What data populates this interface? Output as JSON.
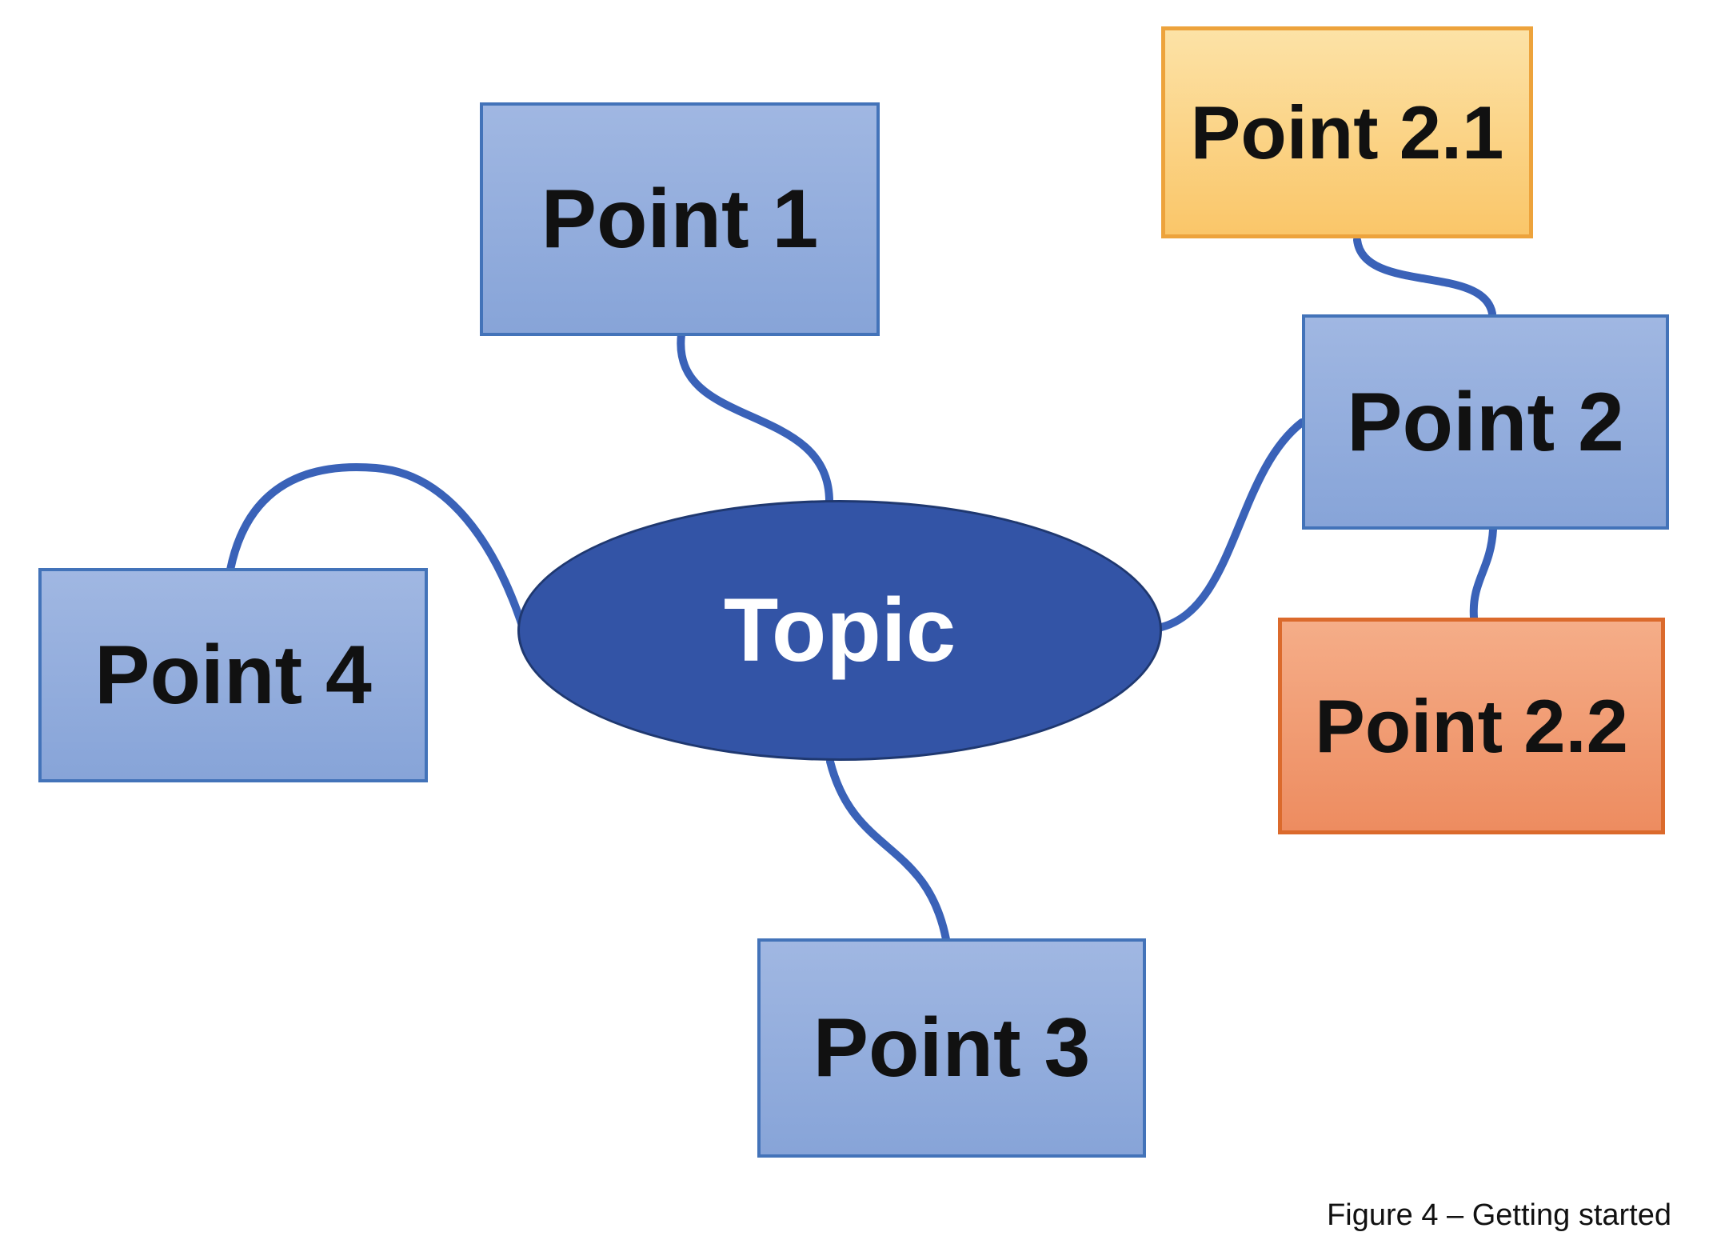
{
  "diagram": {
    "type": "mind-map",
    "center": {
      "label": "Topic"
    },
    "nodes": {
      "point1": {
        "label": "Point 1",
        "style": "blue"
      },
      "point2": {
        "label": "Point 2",
        "style": "blue"
      },
      "point21": {
        "label": "Point 2.1",
        "style": "gold"
      },
      "point22": {
        "label": "Point 2.2",
        "style": "orange"
      },
      "point3": {
        "label": "Point 3",
        "style": "blue"
      },
      "point4": {
        "label": "Point 4",
        "style": "blue"
      }
    },
    "connections": [
      {
        "from": "Topic",
        "to": "Point 1"
      },
      {
        "from": "Topic",
        "to": "Point 2"
      },
      {
        "from": "Topic",
        "to": "Point 3"
      },
      {
        "from": "Topic",
        "to": "Point 4"
      },
      {
        "from": "Point 2.1",
        "to": "Point 2"
      },
      {
        "from": "Point 2",
        "to": "Point 2.2"
      }
    ],
    "caption": "Figure 4 – Getting started",
    "colors": {
      "background": "#FFFFFF",
      "text": "#111111",
      "connector": "#3A62B8",
      "blue_box_fill_top": "#A0B7E2",
      "blue_box_fill_bottom": "#87A4D8",
      "blue_box_border": "#4373B9",
      "gold_box_fill_top": "#FCE2A6",
      "gold_box_fill_bottom": "#FAC669",
      "gold_box_border": "#EDA33C",
      "orange_box_fill_top": "#F5AD88",
      "orange_box_fill_bottom": "#ED8C60",
      "orange_box_border": "#DB6A2C",
      "ellipse_fill": "#3354A6",
      "ellipse_border": "#1F3870"
    }
  }
}
